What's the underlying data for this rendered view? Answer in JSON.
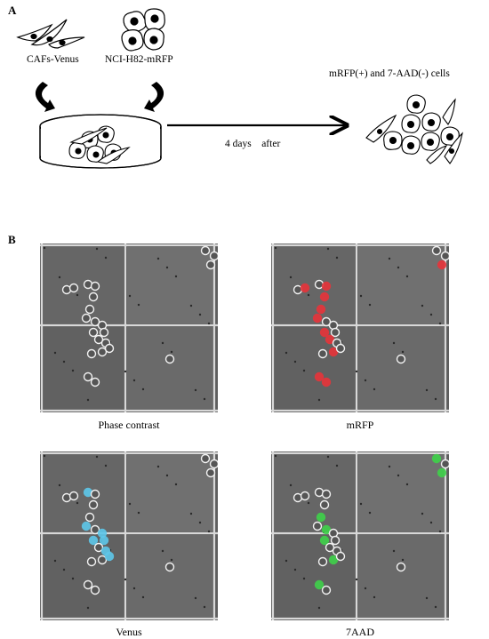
{
  "panel_a": {
    "letter": "A",
    "left_label": "CAFs-Venus",
    "right_label": "NCI-H82-mRFP",
    "arrow_label": "4 days    after",
    "result_label": "mRFP(+) and 7-AAD(-) cells"
  },
  "panel_b": {
    "letter": "B",
    "images": [
      {
        "caption": "Phase contrast",
        "overlay_color": "#ffffff"
      },
      {
        "caption": "mRFP",
        "overlay_color": "#e8343a"
      },
      {
        "caption": "Venus",
        "overlay_color": "#5ec8ea"
      },
      {
        "caption": "7AAD",
        "overlay_color": "#3fd24a"
      }
    ]
  }
}
